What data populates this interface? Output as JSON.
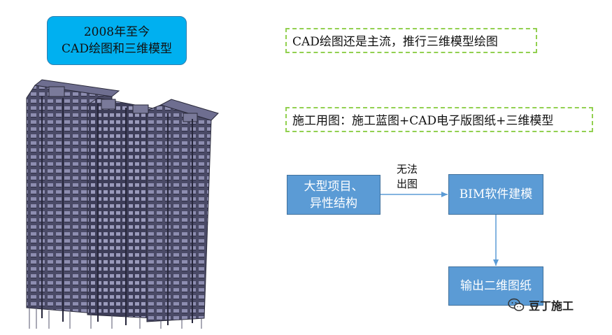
{
  "title_box": {
    "line1": "2008年至今",
    "line2": "CAD绘图和三维模型"
  },
  "notes": [
    "CAD绘图还是主流，推行三维模型绘图",
    "施工用图：施工蓝图+CAD电子版图纸+三维模型"
  ],
  "flow": {
    "box_a": {
      "line1": "大型项目、",
      "line2": "异性结构"
    },
    "edge_label": {
      "line1": "无法",
      "line2": "出图"
    },
    "box_b": "BIM软件建模",
    "box_c": "输出二维图纸"
  },
  "watermark": {
    "text": "豆丁施工",
    "icon": "wechat-icon"
  },
  "colors": {
    "title_box": "#00b0f0",
    "flow_box": "#5b9bd5",
    "dashed_border": "#92d050",
    "arrow": "#5b9bd5",
    "building": "#5a5a78"
  }
}
